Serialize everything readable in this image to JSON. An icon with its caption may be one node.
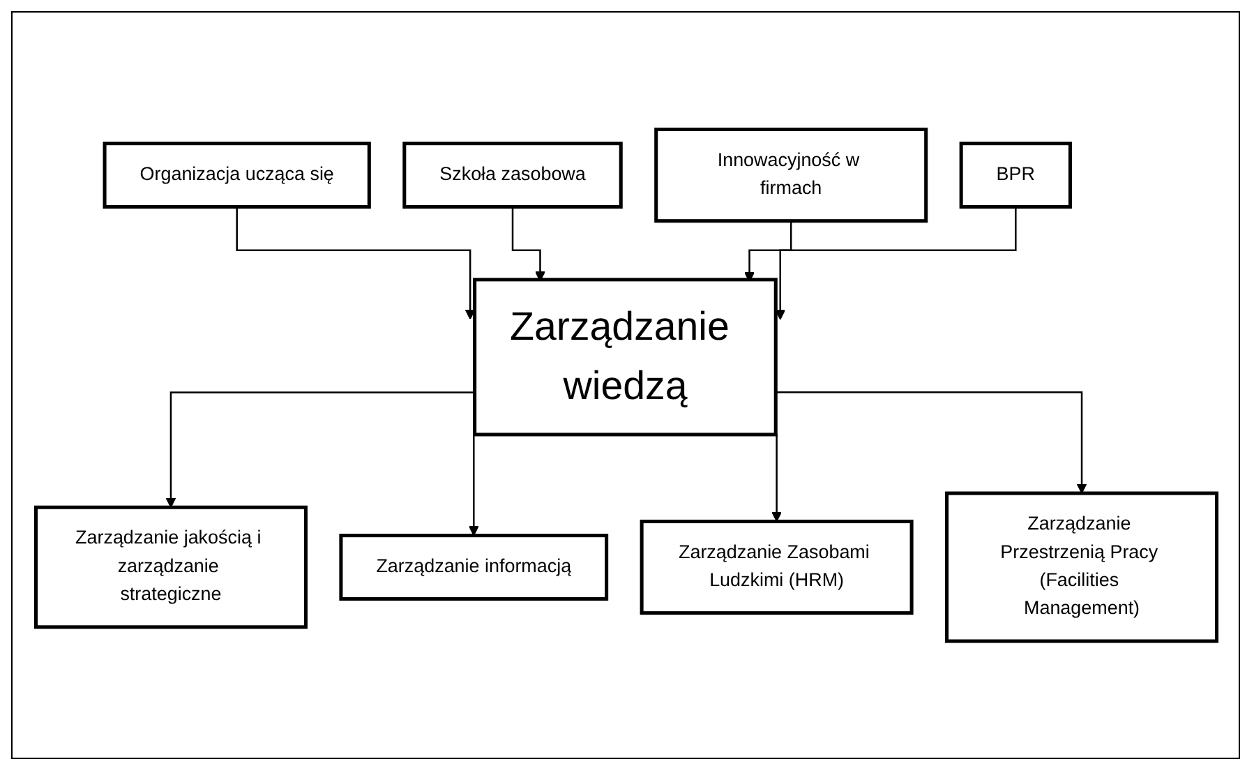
{
  "diagram": {
    "nodes": [
      {
        "text": [
          "Organizacja ucząca się"
        ]
      },
      {
        "text": [
          "Szkoła zasobowa"
        ]
      },
      {
        "text": [
          "Innowacyjność w firmach"
        ]
      },
      {
        "text": [
          "BPR"
        ]
      },
      {
        "text": [
          "Zarządzanie wiedzą"
        ]
      },
      {
        "text": [
          "Zarządzanie jakością i zarządzanie strategiczne"
        ]
      },
      {
        "text": [
          "Zarządzanie informacją"
        ]
      },
      {
        "text": [
          "Zarządzanie Zasobami Ludzkimi (HRM)"
        ]
      },
      {
        "text": [
          "Zarządzanie Przestrzenią Pracy (Facilities Management)"
        ]
      }
    ],
    "edges": [
      {
        "from": 0,
        "to": 4,
        "arrow": "to"
      },
      {
        "from": 1,
        "to": 4,
        "arrow": "to"
      },
      {
        "from": 2,
        "to": 4,
        "arrow": "to"
      },
      {
        "from": 3,
        "to": 4,
        "arrow": "to"
      },
      {
        "from": 4,
        "to": 5,
        "arrow": "to"
      },
      {
        "from": 4,
        "to": 6,
        "arrow": "to"
      },
      {
        "from": 4,
        "to": 7,
        "arrow": "to"
      },
      {
        "from": 4,
        "to": 8,
        "arrow": "to"
      }
    ]
  }
}
